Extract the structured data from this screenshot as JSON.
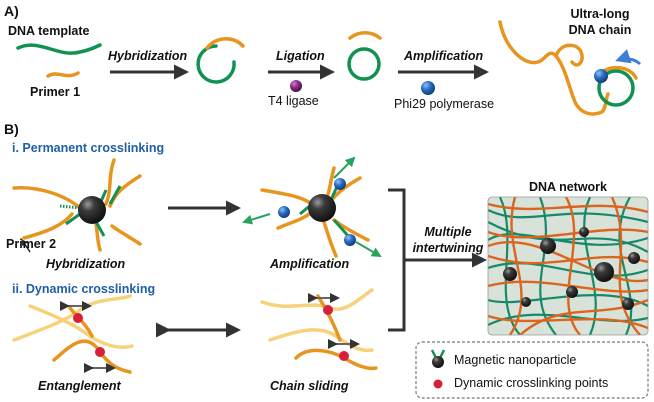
{
  "section_a": {
    "label": "A)",
    "dna_template": "DNA template",
    "primer_1": "Primer 1",
    "hybridization": "Hybridization",
    "ligation": "Ligation",
    "t4_ligase": "T4 ligase",
    "amplification": "Amplification",
    "phi29": "Phi29 polymerase",
    "ultra_long_line1": "Ultra-long",
    "ultra_long_line2": "DNA chain"
  },
  "section_b": {
    "label": "B)",
    "permanent": "i. Permanent crosslinking",
    "primer_2": "Primer 2",
    "hybridization": "Hybridization",
    "amplification": "Amplification",
    "dynamic": "ii. Dynamic crosslinking",
    "entanglement": "Entanglement",
    "chain_sliding": "Chain sliding",
    "multiple_line1": "Multiple",
    "multiple_line2": "intertwining",
    "dna_network": "DNA network"
  },
  "legend": {
    "magnetic_nanoparticle": "Magnetic nanoparticle",
    "dynamic_points": "Dynamic crosslinking points"
  },
  "colors": {
    "orange_dna": "#e8951f",
    "green_dna": "#119152",
    "light_orange": "#f6d27a",
    "nanoparticle": "#2b2b2b",
    "polymerase": "#2a6bbf",
    "ligase": "#8a2a86",
    "crosslink_point": "#d81f3a",
    "label_blue": "#1f5fa8"
  }
}
